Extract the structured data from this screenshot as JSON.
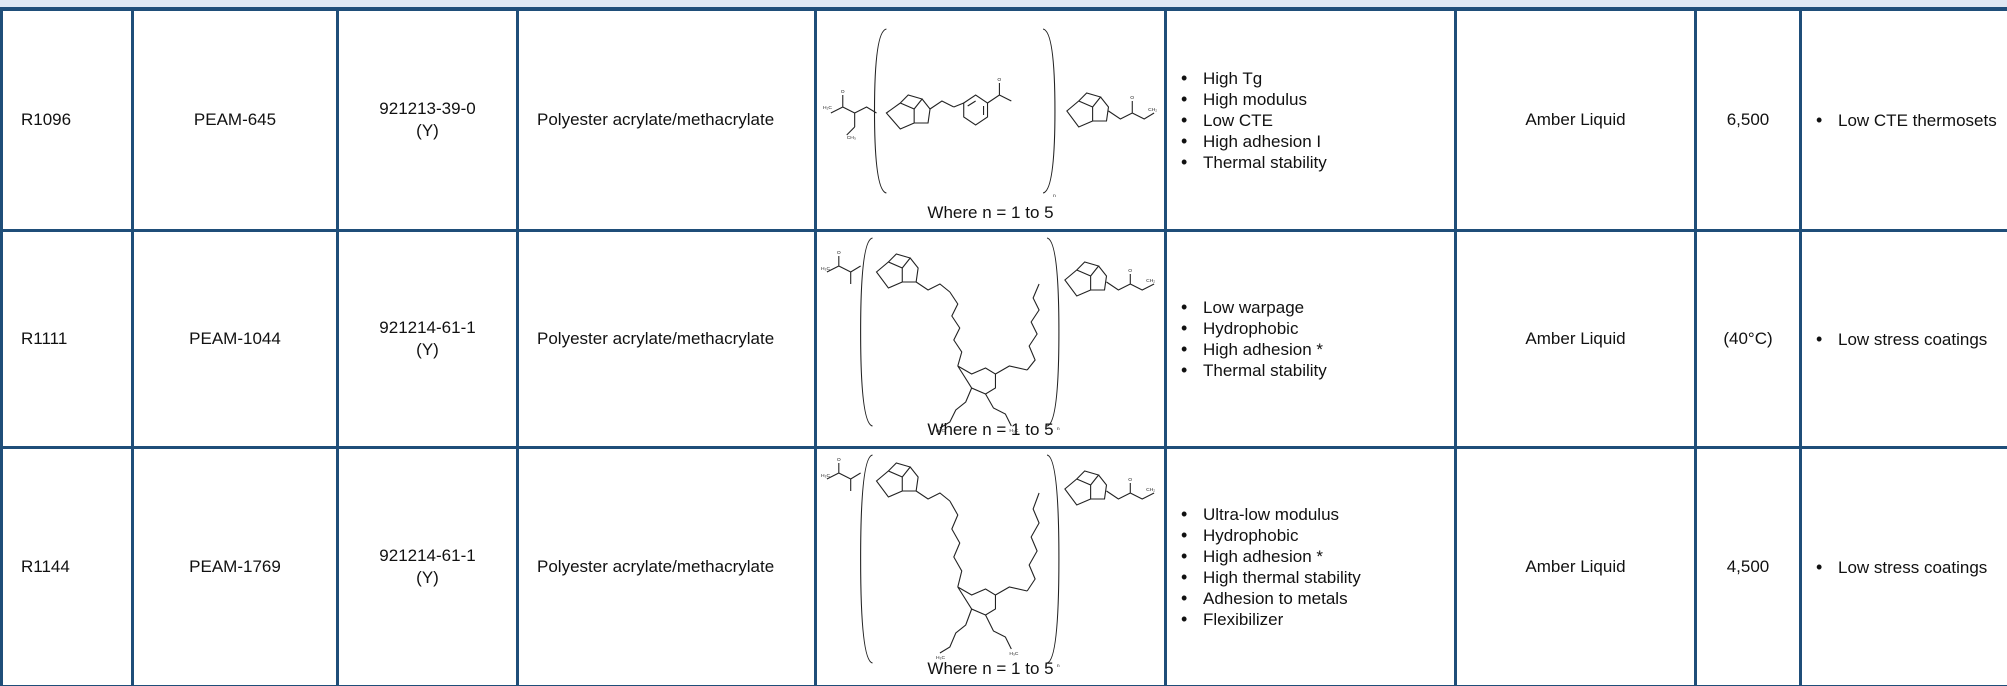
{
  "rows": [
    {
      "id": "R1096",
      "name": "PEAM-645",
      "cas": "921213-39-0",
      "cas_flag": "(Y)",
      "chemistry": "Polyester acrylate/methacrylate",
      "structure_caption": "Where n = 1 to 5",
      "features": [
        "High Tg",
        "High modulus",
        "Low CTE",
        "High adhesion I",
        "Thermal stability"
      ],
      "appearance": "Amber Liquid",
      "viscosity": "6,500",
      "uses": [
        "Low CTE thermosets"
      ]
    },
    {
      "id": "R1111",
      "name": "PEAM-1044",
      "cas": "921214-61-1",
      "cas_flag": "(Y)",
      "chemistry": "Polyester acrylate/methacrylate",
      "structure_caption": "Where n = 1 to 5",
      "features": [
        "Low warpage",
        "Hydrophobic",
        "High adhesion *",
        "Thermal stability"
      ],
      "appearance": "Amber Liquid",
      "viscosity": "(40°C)",
      "uses": [
        "Low stress coatings"
      ]
    },
    {
      "id": "R1144",
      "name": "PEAM-1769",
      "cas": "921214-61-1",
      "cas_flag": "(Y)",
      "chemistry": "Polyester acrylate/methacrylate",
      "structure_caption": "Where n = 1 to 5",
      "features": [
        "Ultra-low modulus",
        "Hydrophobic",
        "High adhesion *",
        "High thermal stability",
        "Adhesion to metals",
        "Flexibilizer"
      ],
      "appearance": "Amber Liquid",
      "viscosity": "4,500",
      "uses": [
        "Low stress coatings"
      ]
    }
  ],
  "colors": {
    "border": "#1f4e79",
    "header_band": "#dfe8f3",
    "text": "#111111"
  }
}
